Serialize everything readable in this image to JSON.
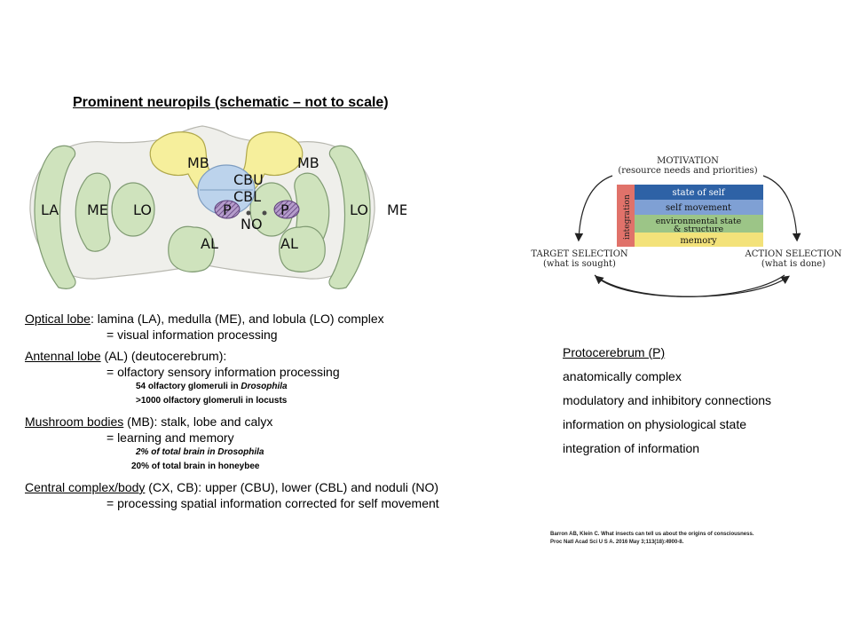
{
  "title": "Prominent neuropils (schematic – not to scale)",
  "brain_labels": {
    "la": "LA",
    "me": "ME",
    "lo": "LO",
    "mb": "MB",
    "cbu": "CBU",
    "cbl": "CBL",
    "p": "P",
    "no": "NO",
    "al": "AL"
  },
  "descriptions": {
    "optical": {
      "heading": "Optical lobe",
      "rest": ": lamina (LA), medulla (ME), and lobula (LO) complex",
      "function": "= visual information processing"
    },
    "antennal": {
      "heading": "Antennal lobe",
      "rest": " (AL) (deutocerebrum):",
      "function": "= olfactory sensory information processing",
      "note1_pre": "54 olfactory  glomeruli in ",
      "note1_em": "Drosophila",
      "note2": ">1000 olfactory  glomeruli in locusts"
    },
    "mushroom": {
      "heading": "Mushroom bodies",
      "rest": " (MB): stalk, lobe and calyx",
      "function": "= learning and memory",
      "note1_pre": "2% of total brain in ",
      "note1_em": "Drosophila",
      "note2": "20% of total brain in honeybee"
    },
    "central": {
      "heading": "Central complex/body",
      "rest": " (CX, CB): upper (CBU), lower (CBL) and noduli (NO)",
      "function": "= processing spatial information corrected for self movement"
    }
  },
  "flow_diagram": {
    "motivation": "MOTIVATION",
    "motivation_sub": "(resource needs and priorities)",
    "integration": "integration",
    "layers": [
      "state of self",
      "self movement",
      "environmental state",
      "& structure",
      "memory"
    ],
    "target": "TARGET SELECTION",
    "target_sub": "(what is sought)",
    "action": "ACTION SELECTION",
    "action_sub": "(what is done)",
    "colors": {
      "integration": "#e0726a",
      "state_of_self": "#2e62a6",
      "self_movement": "#7fa0d4",
      "environmental": "#9cc587",
      "memory": "#f3e27a"
    }
  },
  "protocerebrum": {
    "heading": "Protocerebrum (P)",
    "items": [
      "anatomically complex",
      "modulatory and inhibitory connections",
      "information on physiological state",
      "integration of information"
    ]
  },
  "reference": {
    "line1": "Barron AB, Klein C. What insects can tell us about the origins of consciousness.",
    "line2": "Proc Natl Acad  Sci U S A. 2016  May 3;113(18):4900-8."
  },
  "colors": {
    "neuropil_green": "#cfe3bd",
    "neuropil_stroke": "#7f9a72",
    "mb_yellow": "#f6ef9c",
    "cb_blue": "#bcd3ec",
    "p_purple": "#8d6aa6"
  }
}
